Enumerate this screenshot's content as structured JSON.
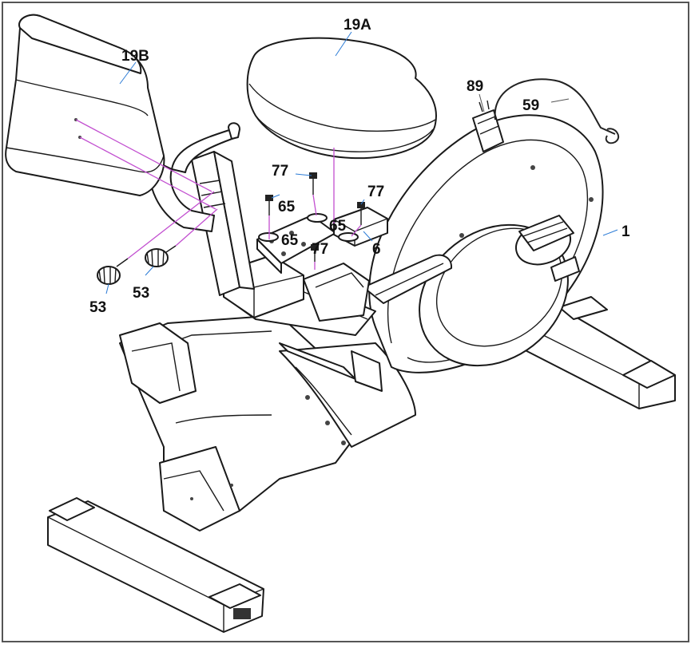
{
  "parts": {
    "backrest": "19B",
    "seat_cushion": "19A",
    "sensor_wire": "89",
    "cable": "59",
    "main_frame": "1",
    "knob_left": "53",
    "knob_right": "53",
    "bolt_top_left": "77",
    "washer_left": "65",
    "washer_center": "65",
    "washer_bottom": "65",
    "bolt_bottom": "77",
    "bolt_right": "77",
    "seat_bracket": "6"
  },
  "colors": {
    "line": "#1a1a1a",
    "bolt_guides": "#c24fd0",
    "seat_guides": "#2b7bd6",
    "frame_border": "#555555"
  }
}
